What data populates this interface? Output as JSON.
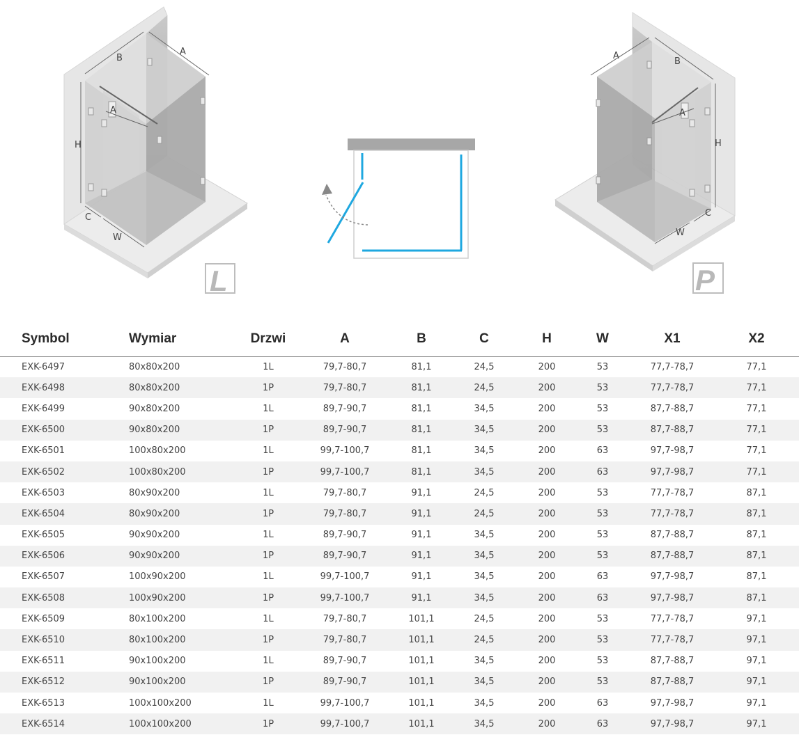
{
  "diagram": {
    "left_labels": {
      "a_top": "A",
      "b_top": "B",
      "a_inner": "A",
      "h": "H",
      "c": "C",
      "w": "W"
    },
    "right_labels": {
      "a_top": "A",
      "b_top": "B",
      "a_inner": "A",
      "h": "H",
      "c": "C",
      "w": "W"
    },
    "badge_left": "L",
    "badge_right": "P",
    "colors": {
      "glass_line": "#1fa8e0",
      "wall": "#a7a7a7",
      "arrow": "#888888"
    }
  },
  "table": {
    "headers": [
      "Symbol",
      "Wymiar",
      "Drzwi",
      "A",
      "B",
      "C",
      "H",
      "W",
      "X1",
      "X2"
    ],
    "rows": [
      [
        "EXK-6497",
        "80x80x200",
        "1L",
        "79,7-80,7",
        "81,1",
        "24,5",
        "200",
        "53",
        "77,7-78,7",
        "77,1"
      ],
      [
        "EXK-6498",
        "80x80x200",
        "1P",
        "79,7-80,7",
        "81,1",
        "24,5",
        "200",
        "53",
        "77,7-78,7",
        "77,1"
      ],
      [
        "EXK-6499",
        "90x80x200",
        "1L",
        "89,7-90,7",
        "81,1",
        "34,5",
        "200",
        "53",
        "87,7-88,7",
        "77,1"
      ],
      [
        "EXK-6500",
        "90x80x200",
        "1P",
        "89,7-90,7",
        "81,1",
        "34,5",
        "200",
        "53",
        "87,7-88,7",
        "77,1"
      ],
      [
        "EXK-6501",
        "100x80x200",
        "1L",
        "99,7-100,7",
        "81,1",
        "34,5",
        "200",
        "63",
        "97,7-98,7",
        "77,1"
      ],
      [
        "EXK-6502",
        "100x80x200",
        "1P",
        "99,7-100,7",
        "81,1",
        "34,5",
        "200",
        "63",
        "97,7-98,7",
        "77,1"
      ],
      [
        "EXK-6503",
        "80x90x200",
        "1L",
        "79,7-80,7",
        "91,1",
        "24,5",
        "200",
        "53",
        "77,7-78,7",
        "87,1"
      ],
      [
        "EXK-6504",
        "80x90x200",
        "1P",
        "79,7-80,7",
        "91,1",
        "24,5",
        "200",
        "53",
        "77,7-78,7",
        "87,1"
      ],
      [
        "EXK-6505",
        "90x90x200",
        "1L",
        "89,7-90,7",
        "91,1",
        "34,5",
        "200",
        "53",
        "87,7-88,7",
        "87,1"
      ],
      [
        "EXK-6506",
        "90x90x200",
        "1P",
        "89,7-90,7",
        "91,1",
        "34,5",
        "200",
        "53",
        "87,7-88,7",
        "87,1"
      ],
      [
        "EXK-6507",
        "100x90x200",
        "1L",
        "99,7-100,7",
        "91,1",
        "34,5",
        "200",
        "63",
        "97,7-98,7",
        "87,1"
      ],
      [
        "EXK-6508",
        "100x90x200",
        "1P",
        "99,7-100,7",
        "91,1",
        "34,5",
        "200",
        "63",
        "97,7-98,7",
        "87,1"
      ],
      [
        "EXK-6509",
        "80x100x200",
        "1L",
        "79,7-80,7",
        "101,1",
        "24,5",
        "200",
        "53",
        "77,7-78,7",
        "97,1"
      ],
      [
        "EXK-6510",
        "80x100x200",
        "1P",
        "79,7-80,7",
        "101,1",
        "24,5",
        "200",
        "53",
        "77,7-78,7",
        "97,1"
      ],
      [
        "EXK-6511",
        "90x100x200",
        "1L",
        "89,7-90,7",
        "101,1",
        "34,5",
        "200",
        "53",
        "87,7-88,7",
        "97,1"
      ],
      [
        "EXK-6512",
        "90x100x200",
        "1P",
        "89,7-90,7",
        "101,1",
        "34,5",
        "200",
        "53",
        "87,7-88,7",
        "97,1"
      ],
      [
        "EXK-6513",
        "100x100x200",
        "1L",
        "99,7-100,7",
        "101,1",
        "34,5",
        "200",
        "63",
        "97,7-98,7",
        "97,1"
      ],
      [
        "EXK-6514",
        "100x100x200",
        "1P",
        "99,7-100,7",
        "101,1",
        "34,5",
        "200",
        "63",
        "97,7-98,7",
        "97,1"
      ]
    ]
  }
}
